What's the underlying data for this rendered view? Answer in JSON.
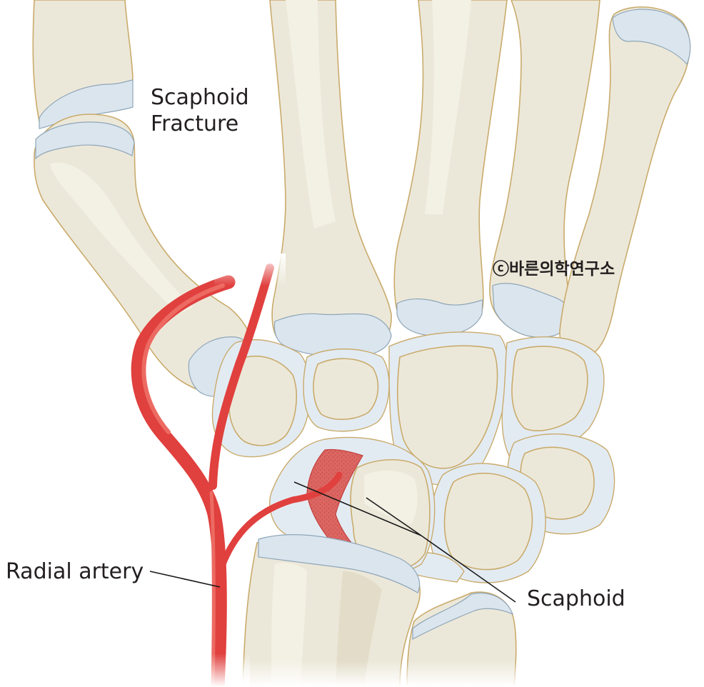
{
  "figure": {
    "type": "anatomical-illustration",
    "subject": "Wrist bones (dorsal/palmar view) showing scaphoid fracture and radial artery"
  },
  "labels": {
    "scaphoid_fracture_line1": "Scaphoid",
    "scaphoid_fracture_line2": "Fracture",
    "radial_artery": "Radial artery",
    "scaphoid": "Scaphoid",
    "copyright_symbol": "ⓒ",
    "copyright_text": "바른의학연구소"
  },
  "colors": {
    "bone": "#ece8d9",
    "bone_outline": "#c9ab6c",
    "cartilage": "#dbe5ee",
    "artery": "#e0403e",
    "fracture": "#d9615f",
    "text": "#231f20"
  }
}
